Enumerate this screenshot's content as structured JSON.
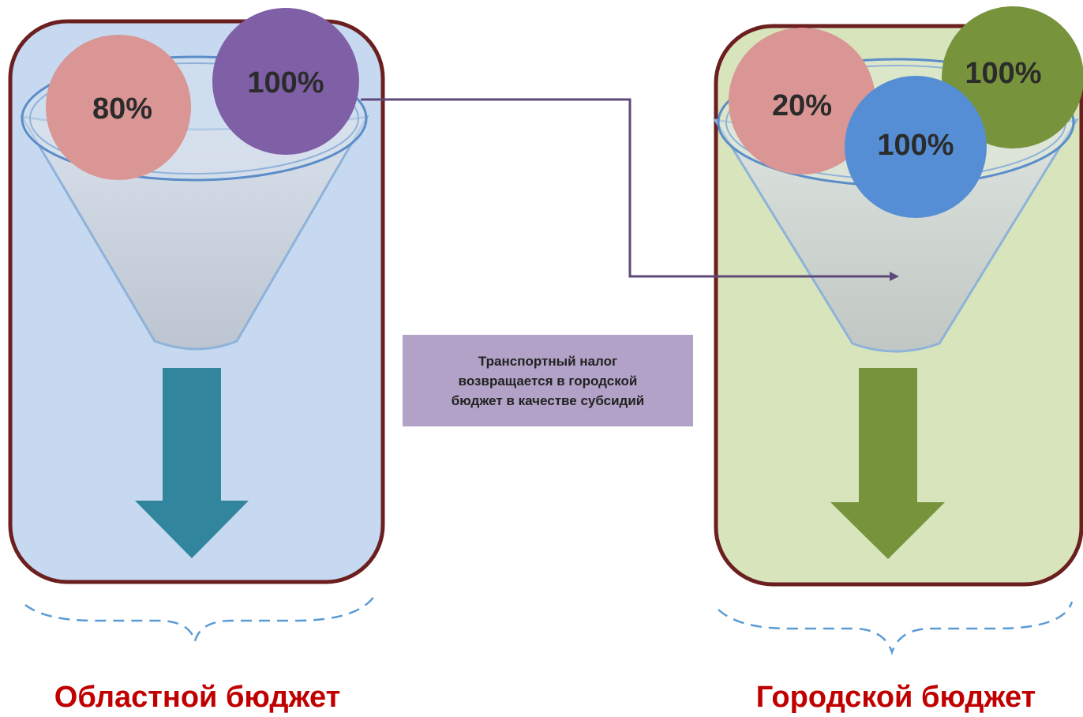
{
  "left_panel": {
    "circles": [
      {
        "label": "80%",
        "color": "#da9694"
      },
      {
        "label": "100%",
        "color": "#7f5fa6"
      }
    ],
    "panel_color": "#c6d9f0",
    "arrow_color": "#31859c",
    "caption": "Областной бюджет"
  },
  "right_panel": {
    "circles": [
      {
        "label": "20%",
        "color": "#da9694"
      },
      {
        "label": "100%",
        "color": "#558ed5"
      },
      {
        "label": "100%",
        "color": "#77933c"
      }
    ],
    "panel_color": "#d7e4bc",
    "arrow_color": "#77933c",
    "caption": "Городской бюджет"
  },
  "note": {
    "lines": [
      "Транспортный налог",
      "возвращается в городской",
      "бюджет в качестве субсидий"
    ],
    "color": "#b2a2c7"
  },
  "colors": {
    "frame": "#6b1f1f",
    "connector": "#5f497a",
    "caption": "#c00000"
  }
}
